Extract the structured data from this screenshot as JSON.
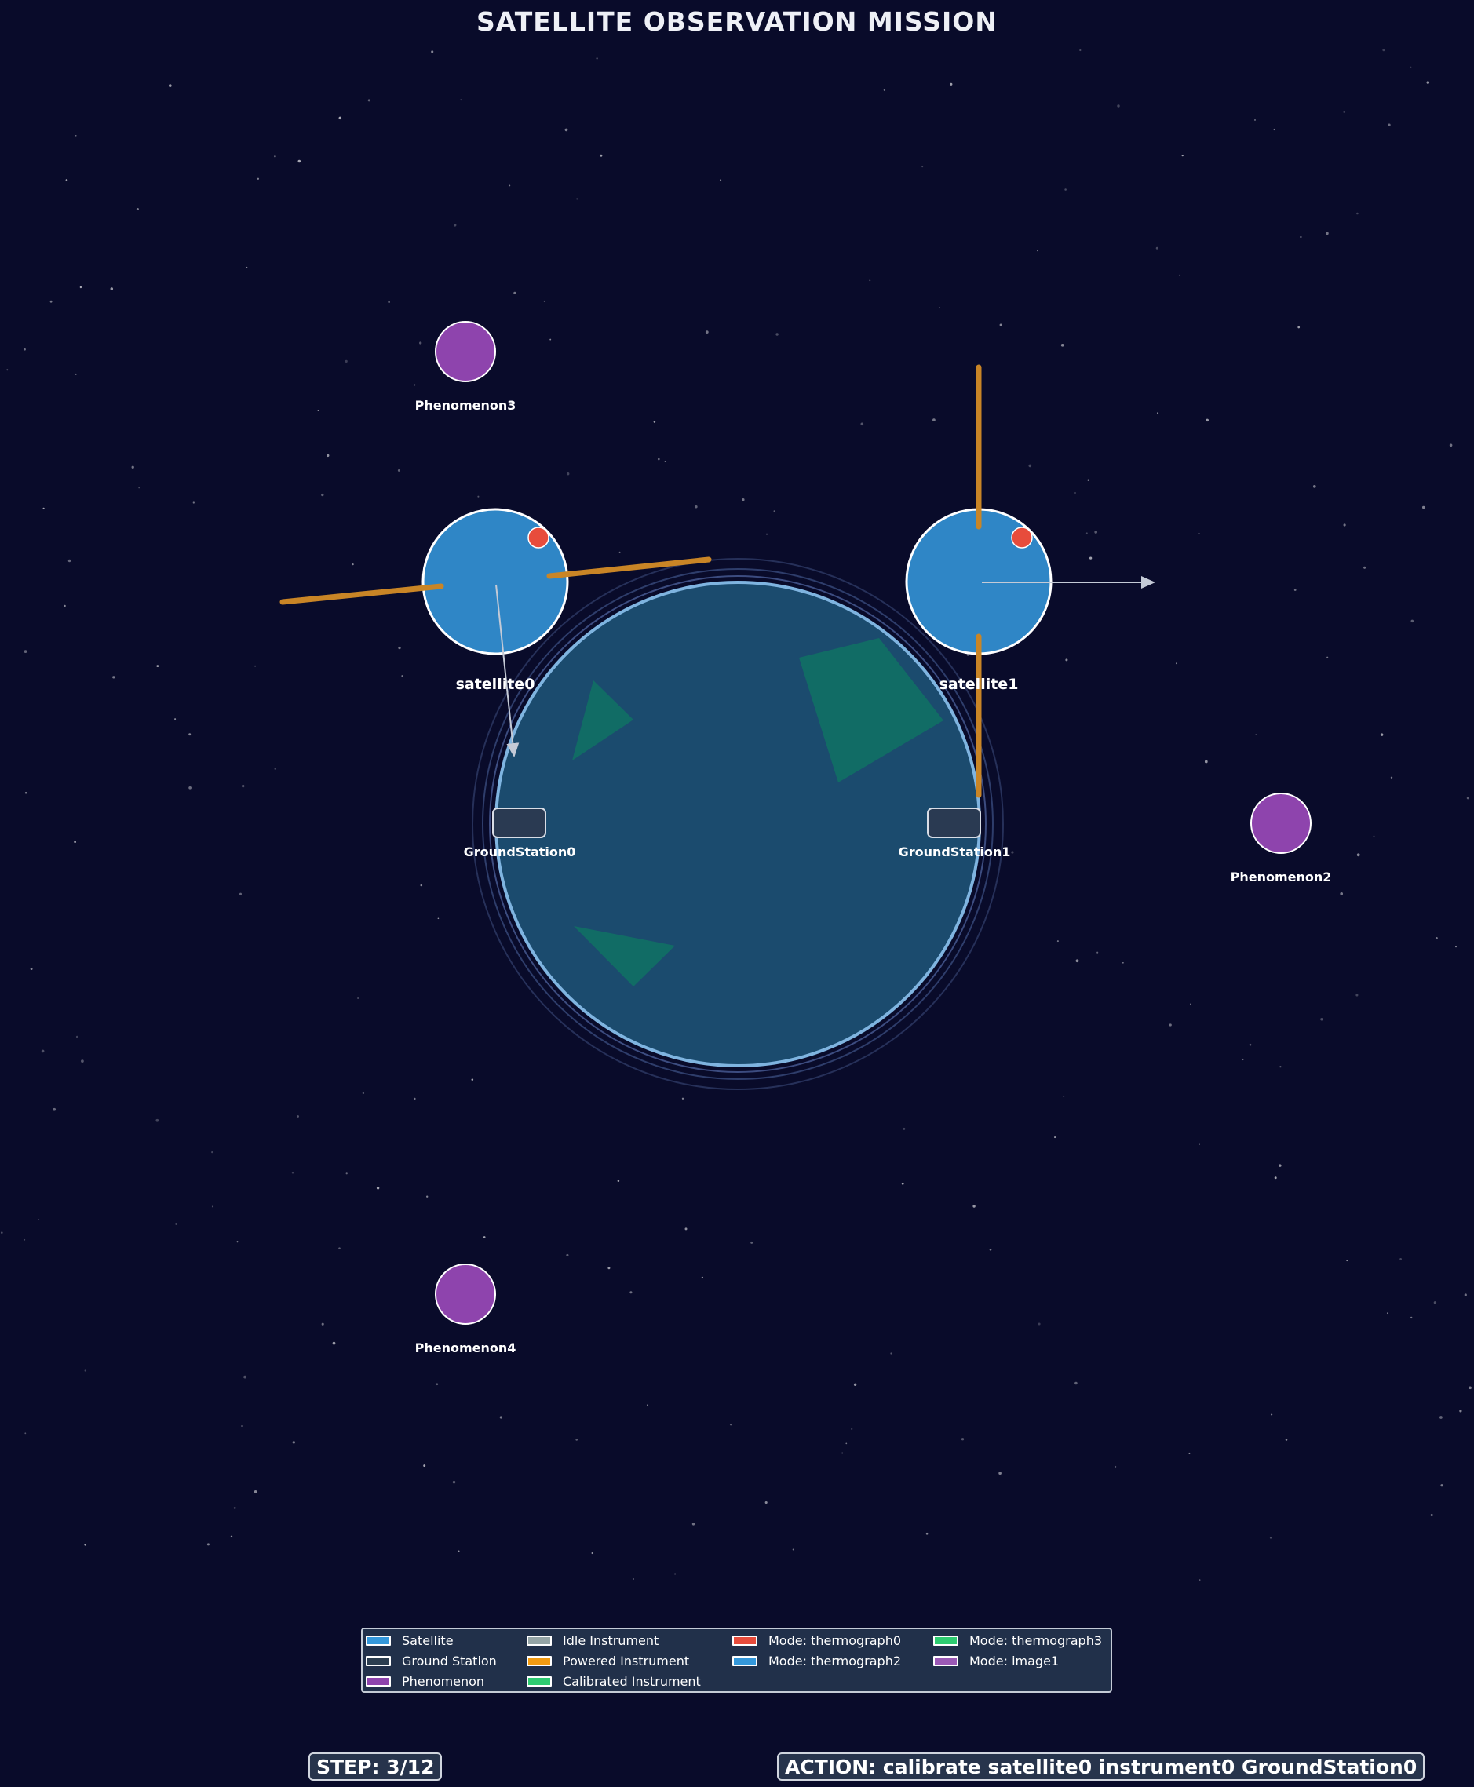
{
  "title": "SATELLITE OBSERVATION MISSION",
  "satellites": [
    {
      "name": "satellite0",
      "color": "#2f86c6",
      "indicator_color": "#e74c3c"
    },
    {
      "name": "satellite1",
      "color": "#2f86c6",
      "indicator_color": "#e74c3c"
    }
  ],
  "ground_stations": [
    {
      "name": "GroundStation0"
    },
    {
      "name": "GroundStation1"
    }
  ],
  "phenomena": [
    {
      "name": "Phenomenon3",
      "color": "#8e44ad"
    },
    {
      "name": "Phenomenon2",
      "color": "#8e44ad"
    },
    {
      "name": "Phenomenon4",
      "color": "#8e44ad"
    }
  ],
  "colors": {
    "background": "#090b2a",
    "earth": "#1b4b6e",
    "earth_outline": "#7fb4e0",
    "land": "#117064",
    "solar_panel": "#c98526"
  },
  "legend": [
    {
      "label": "Satellite",
      "color": "#3498db"
    },
    {
      "label": "Ground Station",
      "color": "#2c3e50"
    },
    {
      "label": "Phenomenon",
      "color": "#8e44ad"
    },
    {
      "label": "Idle Instrument",
      "color": "#95a5a6"
    },
    {
      "label": "Powered Instrument",
      "color": "#f39c12"
    },
    {
      "label": "Calibrated Instrument",
      "color": "#2ecc71"
    },
    {
      "label": "Mode: thermograph0",
      "color": "#e74c3c"
    },
    {
      "label": "Mode: thermograph2",
      "color": "#3498db"
    },
    {
      "label": "Mode: thermograph3",
      "color": "#2ecc71"
    },
    {
      "label": "Mode: image1",
      "color": "#9b59b6"
    }
  ],
  "status": {
    "step": "STEP: 3/12",
    "action": "ACTION: calibrate satellite0 instrument0 GroundStation0"
  }
}
